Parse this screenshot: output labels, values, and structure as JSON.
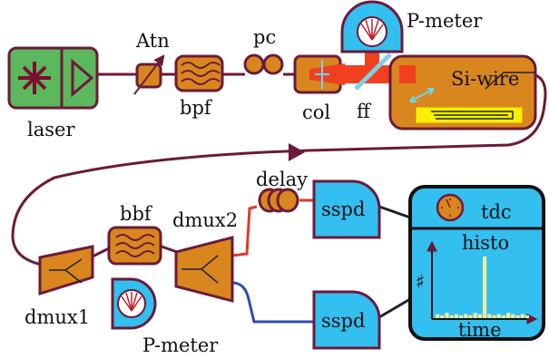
{
  "labels": {
    "laser": "laser",
    "attenuator": "Atn",
    "bandpass_filter": "bpf",
    "polarization_controller": "pc",
    "collimator": "col",
    "fiber_facet": "ff",
    "power_meter_top": "P-meter",
    "silicon_wire": "Si-wire",
    "delay": "delay",
    "broadband_filter": "bbf",
    "demux2": "dmux2",
    "demux1": "dmux1",
    "power_meter_bottom": "P-meter",
    "detector_top": "sspd",
    "detector_bottom": "sspd",
    "time_to_digital": "tdc",
    "histogram": "histo",
    "histogram_y_axis": "♯",
    "histogram_x_axis": "time"
  },
  "colors": {
    "outline": "#6b1a3a",
    "orange": "#d9861e",
    "green": "#5cb85c",
    "cyan": "#33bff0",
    "yellow": "#f7f000",
    "red_beam": "#f04020",
    "fiber_red": "#e03a2a",
    "fiber_blue": "#2f4fa8"
  },
  "histogram_bars": [
    3,
    2,
    4,
    2,
    3,
    2,
    3,
    2,
    4,
    3,
    46,
    3,
    2,
    3,
    2,
    4,
    3,
    2,
    3,
    2
  ]
}
